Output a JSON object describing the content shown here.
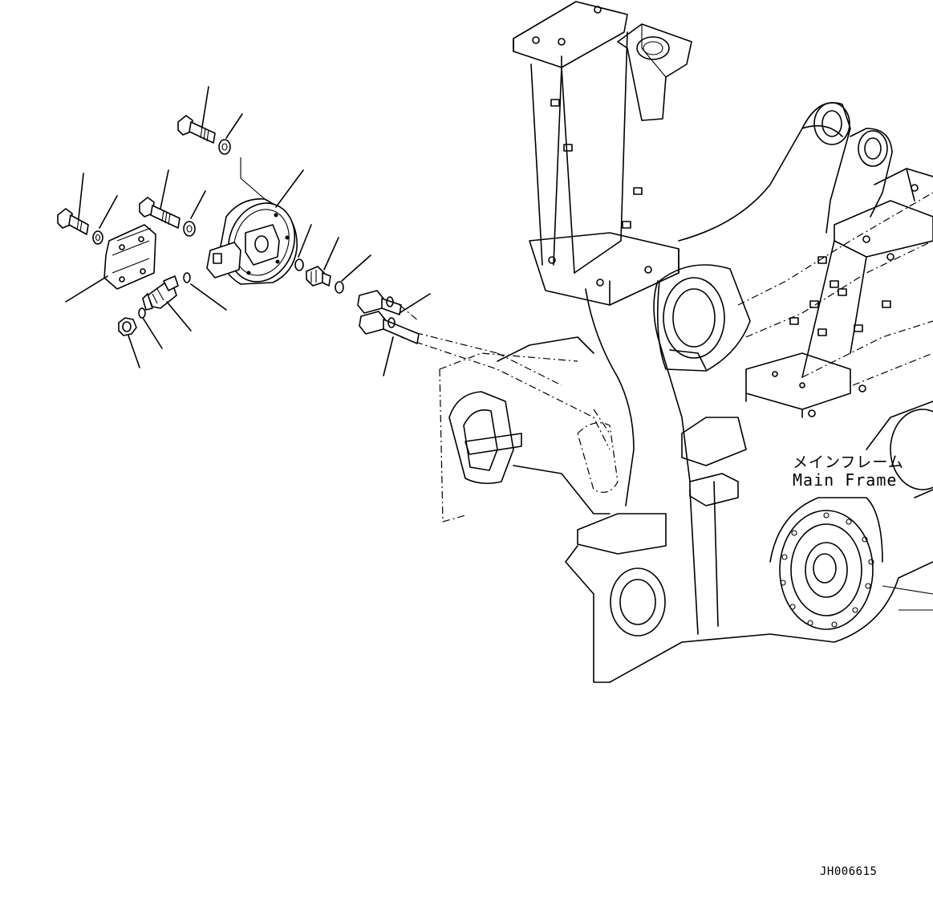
{
  "frame_label": {
    "japanese": "メインフレーム",
    "english": "Main Frame"
  },
  "drawing_code": "JH006615",
  "parts": [
    {
      "name": "bolt-upper",
      "icon": "bolt-icon"
    },
    {
      "name": "washer-upper",
      "icon": "washer-icon"
    },
    {
      "name": "bolt-left",
      "icon": "bolt-icon"
    },
    {
      "name": "washer-left",
      "icon": "washer-icon"
    },
    {
      "name": "bolt-middle",
      "icon": "bolt-icon"
    },
    {
      "name": "washer-middle",
      "icon": "washer-icon"
    },
    {
      "name": "bracket-plate",
      "icon": "bracket-icon"
    },
    {
      "name": "housing",
      "icon": "housing-icon"
    },
    {
      "name": "o-ring-right",
      "icon": "o-ring-icon"
    },
    {
      "name": "fitting-right",
      "icon": "fitting-icon"
    },
    {
      "name": "o-ring-hose",
      "icon": "o-ring-icon"
    },
    {
      "name": "hose-pair",
      "icon": "hose-icon"
    },
    {
      "name": "o-ring-small",
      "icon": "o-ring-icon"
    },
    {
      "name": "elbow-fitting",
      "icon": "elbow-icon"
    },
    {
      "name": "o-ring-lower",
      "icon": "o-ring-icon"
    },
    {
      "name": "nut",
      "icon": "nut-icon"
    }
  ]
}
